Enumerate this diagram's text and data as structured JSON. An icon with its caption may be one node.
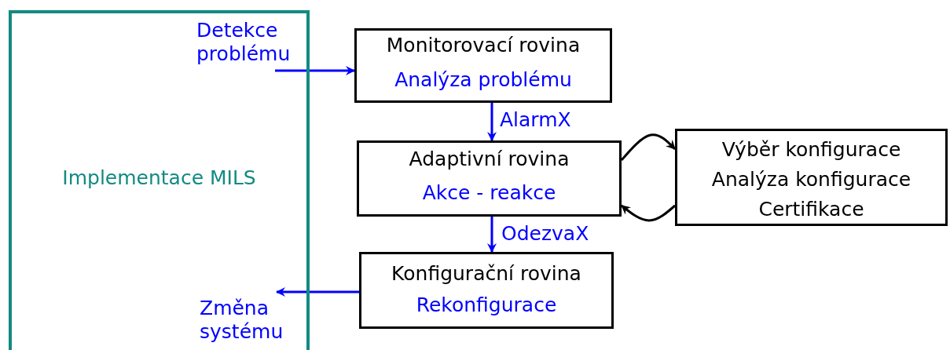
{
  "diagram": {
    "nodes": [
      {
        "text": [
          "Implementace MILS"
        ]
      },
      {
        "text": [
          "Detekce problému"
        ],
        "in": 0
      },
      {
        "text": [
          "Monitorovací rovina",
          "Analýza problému"
        ]
      },
      {
        "text": [
          "Adaptivní rovina",
          "Akce - reakce"
        ]
      },
      {
        "text": [
          "Výběr konfigurace",
          "Analýza konfigurace",
          "Certifikace"
        ]
      },
      {
        "text": [
          "Konfigurační rovina",
          "Rekonfigurace"
        ]
      },
      {
        "text": [
          "Změna systému"
        ],
        "in": 0
      }
    ],
    "edges": [
      {
        "from": 1,
        "to": 2,
        "arrow": "to"
      },
      {
        "from": 2,
        "to": 3,
        "arrow": "to",
        "label": "AlarmX"
      },
      {
        "from": 3,
        "to": 5,
        "arrow": "to",
        "label": "OdezvaX"
      },
      {
        "from": 3,
        "to": 4,
        "arrow": "to",
        "color": "#000000"
      },
      {
        "from": 4,
        "to": 3,
        "arrow": "to",
        "color": "#000000"
      },
      {
        "from": 5,
        "to": 6,
        "arrow": "to"
      }
    ]
  }
}
